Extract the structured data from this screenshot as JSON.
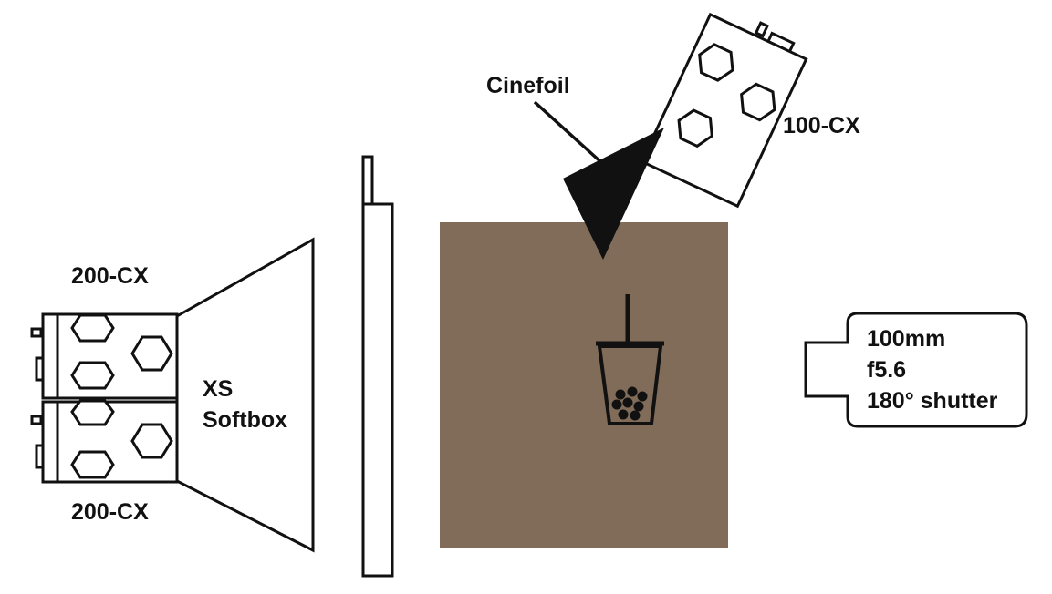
{
  "labels": {
    "cinefoil": "Cinefoil",
    "light_top": "100-CX",
    "light_left_top": "200-CX",
    "light_left_bottom": "200-CX",
    "softbox_line1": "XS",
    "softbox_line2": "Softbox",
    "camera_lens": "100mm",
    "camera_aperture": "f5.6",
    "camera_shutter": "180° shutter"
  },
  "colors": {
    "backdrop": "#806c59",
    "ink": "#111111",
    "background": "#ffffff"
  }
}
